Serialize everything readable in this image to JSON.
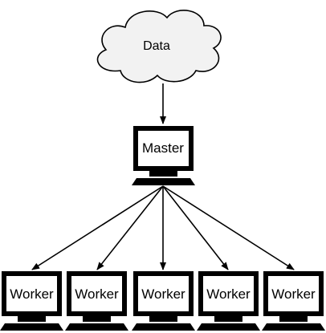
{
  "diagram": {
    "cloud": {
      "label": "Data"
    },
    "master": {
      "label": "Master"
    },
    "workers": [
      {
        "label": "Worker"
      },
      {
        "label": "Worker"
      },
      {
        "label": "Worker"
      },
      {
        "label": "Worker"
      },
      {
        "label": "Worker"
      }
    ],
    "colors": {
      "stroke": "#000000",
      "cloud_fill": "#f2f2f2",
      "screen_fill": "#ffffff",
      "background": "#ffffff"
    }
  }
}
